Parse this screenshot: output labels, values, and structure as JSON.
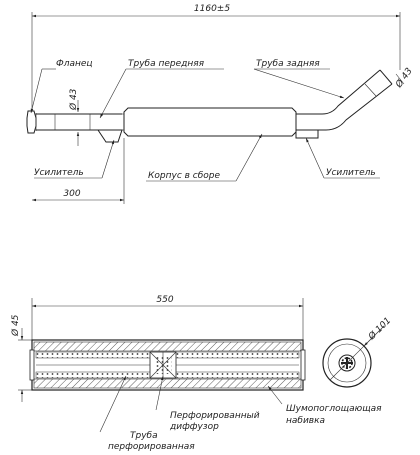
{
  "overall_length": "1160±5",
  "flange_label": "Фланец",
  "front_pipe_label": "Труба передняя",
  "rear_pipe_label": "Труба задняя",
  "diameter_front": "Ø 43",
  "diameter_rear": "Ø 43",
  "reinforcer_left_label": "Усилитель",
  "reinforcer_right_label": "Усилитель",
  "body_label": "Корпус в сборе",
  "dim_300": "300",
  "dim_550": "550",
  "diameter_45": "Ø 45",
  "diameter_101": "Ø 101",
  "perforated_diffuser_label": [
    "Перфорированный",
    "диффузор"
  ],
  "sound_absorbing_label": [
    "Шумопоглощающая",
    "набивка"
  ],
  "perforated_pipe_label": [
    "Труба",
    "перфорированная"
  ]
}
